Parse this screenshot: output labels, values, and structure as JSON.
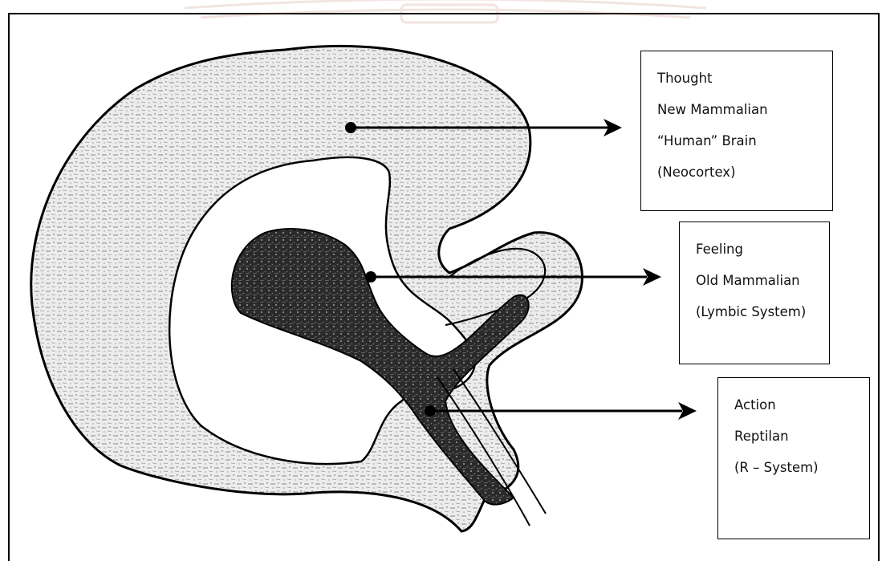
{
  "labels": {
    "thought": {
      "line1": "Thought",
      "line2": "New Mammalian",
      "line3": "“Human” Brain",
      "line4": "(Neocortex)"
    },
    "feeling": {
      "line1": "Feeling",
      "line2": "Old Mammalian",
      "line3": "(Lymbic System)"
    },
    "action": {
      "line1": "Action",
      "line2": "Reptilan",
      "line3": "(R – System)"
    }
  },
  "colors": {
    "neocortex_fill": "#e6e6e6",
    "limbic_fill": "#2b2b2b",
    "outline": "#000000",
    "watermark": "#c98a7a"
  }
}
